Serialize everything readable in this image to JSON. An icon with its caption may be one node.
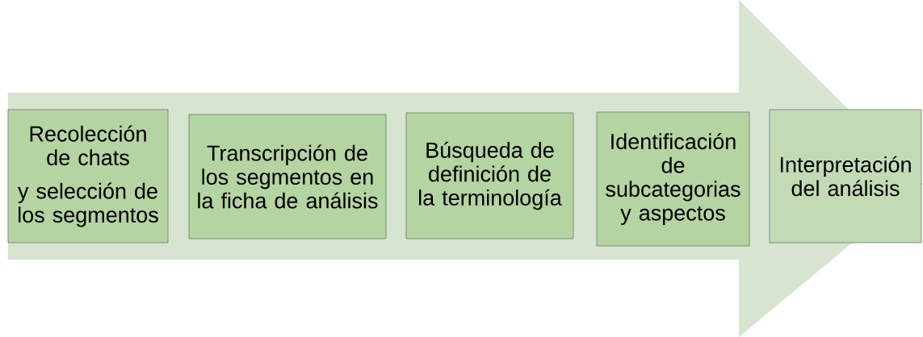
{
  "diagram": {
    "nodes": [
      {
        "text": [
          "Recolección de chats",
          "y selección de los segmentos"
        ]
      },
      {
        "text": [
          "Transcripción de los segmentos en la ficha de análisis"
        ]
      },
      {
        "text": [
          "Búsqueda de definición de la terminología"
        ]
      },
      {
        "text": [
          "Identificación de subcategorias y aspectos"
        ]
      },
      {
        "text": [
          "Interpretación del análisis"
        ]
      }
    ],
    "edges": [
      {
        "from": 0,
        "to": 4,
        "arrow": "to"
      }
    ]
  }
}
